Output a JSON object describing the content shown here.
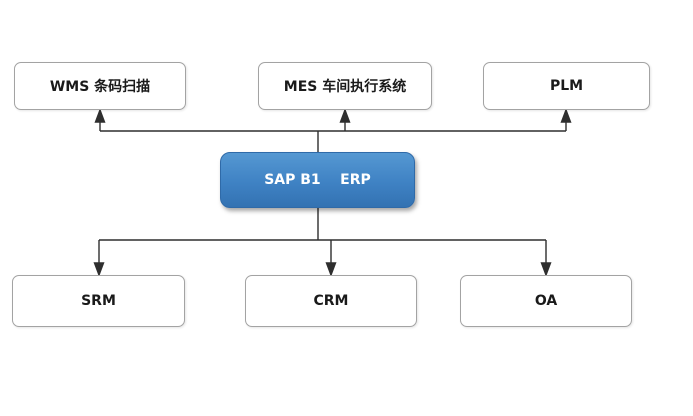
{
  "diagram": {
    "center_node": {
      "label": "SAP B1    ERP",
      "fill": "#3f82c4",
      "text_color": "#ffffff"
    },
    "top_nodes": [
      {
        "id": "wms",
        "label": "WMS 条码扫描"
      },
      {
        "id": "mes",
        "label": "MES 车间执行系统"
      },
      {
        "id": "plm",
        "label": "PLM"
      }
    ],
    "bottom_nodes": [
      {
        "id": "srm",
        "label": "SRM"
      },
      {
        "id": "crm",
        "label": "CRM"
      },
      {
        "id": "oa",
        "label": "OA"
      }
    ],
    "line_color": "#2e2e2e"
  }
}
